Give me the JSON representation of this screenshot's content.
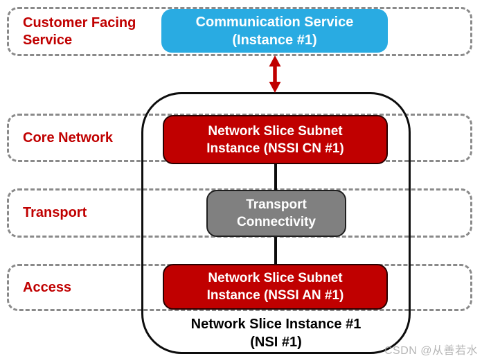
{
  "diagram_title_implicit": "Network Slice Instance composition",
  "bands": [
    {
      "label": "Customer Facing Service"
    },
    {
      "label": "Core Network"
    },
    {
      "label": "Transport"
    },
    {
      "label": "Access"
    }
  ],
  "boxes": {
    "communication_service": {
      "line1": "Communication Service",
      "line2": "(Instance #1)"
    },
    "nssi_cn": {
      "line1": "Network Slice Subnet",
      "line2": "Instance (NSSI CN #1)"
    },
    "transport_connectivity": {
      "line1": "Transport",
      "line2": "Connectivity"
    },
    "nssi_an": {
      "line1": "Network Slice Subnet",
      "line2": "Instance (NSSI AN #1)"
    }
  },
  "nsi_caption": {
    "line1": "Network Slice Instance #1",
    "line2": "(NSI #1)"
  },
  "watermark": "CSDN @从善若水",
  "icons": {
    "bidirectional_arrow": "vertical double-headed arrow between Communication Service and NSI container"
  },
  "colors": {
    "accent_blue": "#29ABE2",
    "accent_red": "#C00000",
    "gray_node": "#808080",
    "band_dash_gray": "#8A8A8A",
    "container_border": "#0D0D0D",
    "label_red": "#C00000",
    "caption_black": "#000000",
    "watermark_gray": "#9D9D9D"
  }
}
